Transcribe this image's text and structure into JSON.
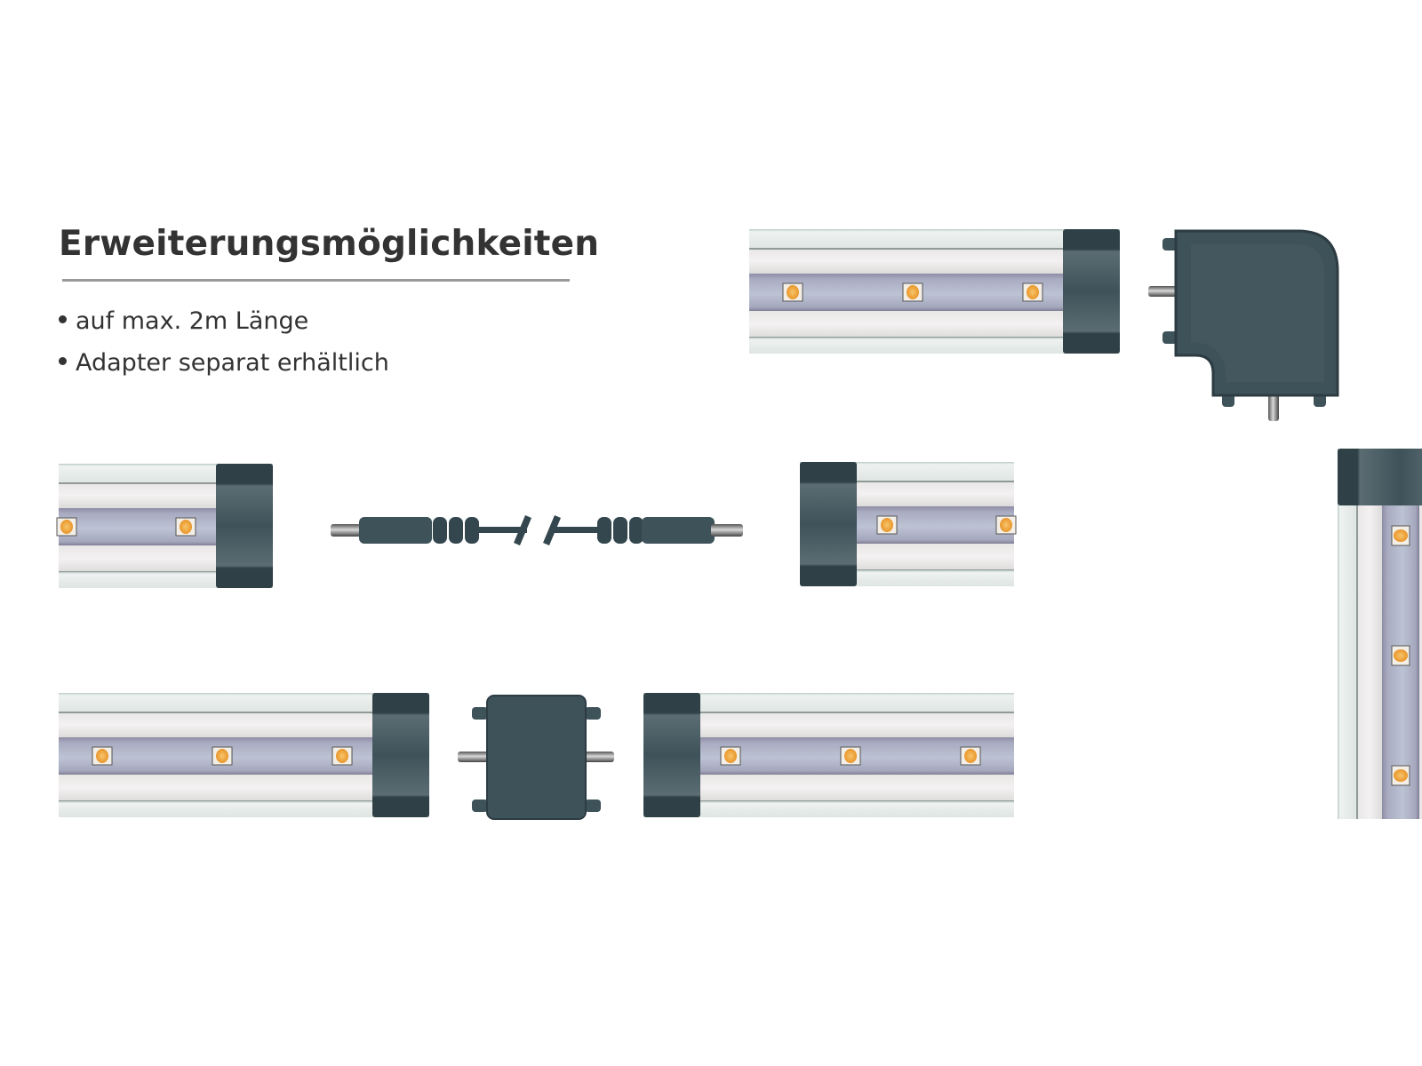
{
  "title": "Erweiterungsmöglichkeiten",
  "bullets": [
    "auf max. 2m Länge",
    "Adapter separat erhältlich"
  ],
  "colors": {
    "cap": "#3f535a",
    "led": "#f2a83a",
    "diffuser": "#a9abc2",
    "aluminium": "#e4e9e8",
    "text": "#333333"
  }
}
